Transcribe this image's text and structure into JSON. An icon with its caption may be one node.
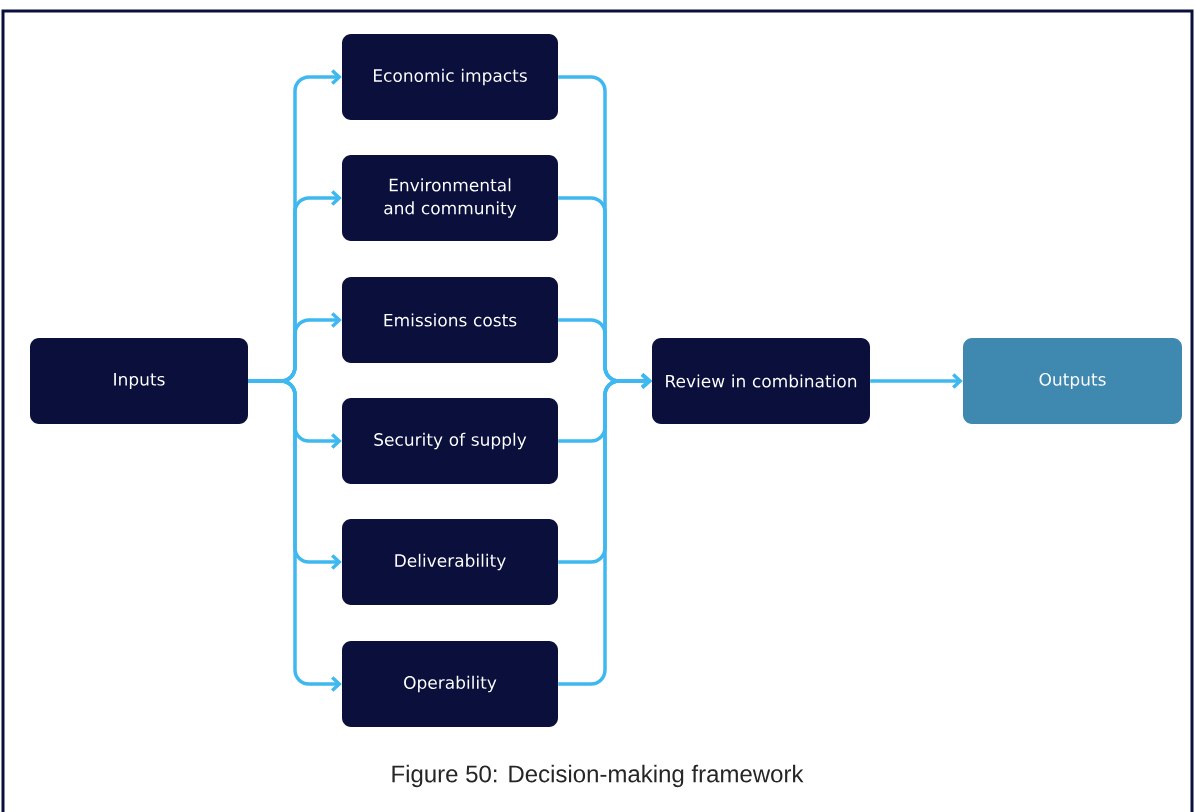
{
  "diagram": {
    "caption": "Figure 50: Decision-making framework",
    "nodes": [
      {
        "text": [
          "Inputs"
        ]
      },
      {
        "text": [
          "Economic impacts"
        ]
      },
      {
        "text": [
          "Environmental and community"
        ]
      },
      {
        "text": [
          "Emissions costs"
        ]
      },
      {
        "text": [
          "Security of supply"
        ]
      },
      {
        "text": [
          "Deliverability"
        ]
      },
      {
        "text": [
          "Operability"
        ]
      },
      {
        "text": [
          "Review in combination"
        ]
      },
      {
        "text": [
          "Outputs"
        ]
      }
    ],
    "edges": [
      {
        "from": 0,
        "to": 1,
        "arrow": "to"
      },
      {
        "from": 0,
        "to": 2,
        "arrow": "to"
      },
      {
        "from": 0,
        "to": 3,
        "arrow": "to"
      },
      {
        "from": 0,
        "to": 4,
        "arrow": "to"
      },
      {
        "from": 0,
        "to": 5,
        "arrow": "to"
      },
      {
        "from": 0,
        "to": 6,
        "arrow": "to"
      },
      {
        "from": 1,
        "to": 7,
        "arrow": "to"
      },
      {
        "from": 2,
        "to": 7,
        "arrow": "to"
      },
      {
        "from": 3,
        "to": 7,
        "arrow": "to"
      },
      {
        "from": 4,
        "to": 7,
        "arrow": "to"
      },
      {
        "from": 5,
        "to": 7,
        "arrow": "to"
      },
      {
        "from": 6,
        "to": 7,
        "arrow": "to"
      },
      {
        "from": 7,
        "to": 8,
        "arrow": "to",
        "color": "#3fb8f0"
      }
    ]
  }
}
